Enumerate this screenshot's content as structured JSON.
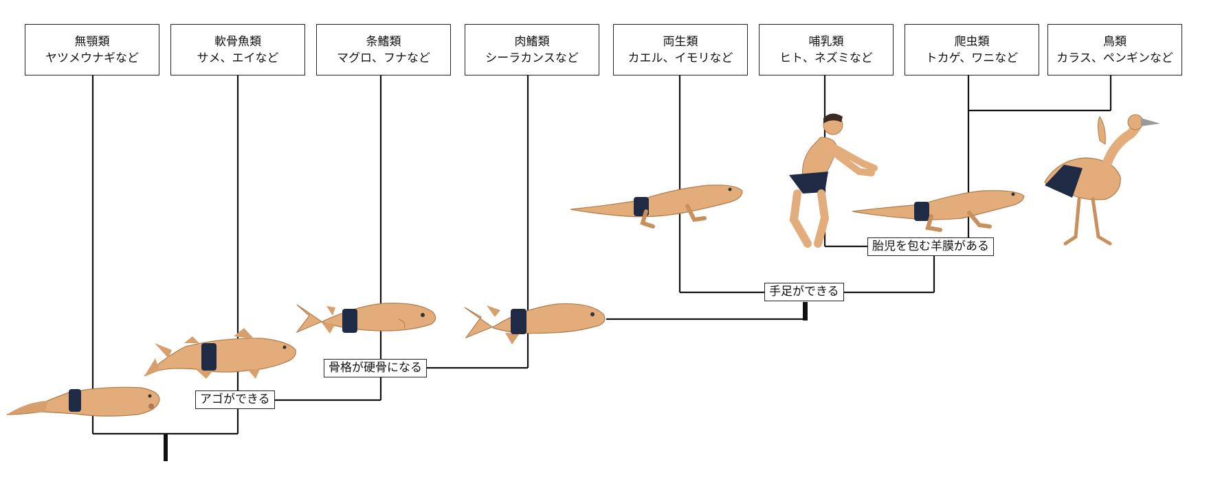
{
  "groups": [
    {
      "name": "無顎類",
      "examples": "ヤツメウナギなど"
    },
    {
      "name": "軟骨魚類",
      "examples": "サメ、エイなど"
    },
    {
      "name": "条鰭類",
      "examples": "マグロ、フナなど"
    },
    {
      "name": "肉鰭類",
      "examples": "シーラカンスなど"
    },
    {
      "name": "両生類",
      "examples": "カエル、イモリなど"
    },
    {
      "name": "哺乳類",
      "examples": "ヒト、ネズミなど"
    },
    {
      "name": "爬虫類",
      "examples": "トカゲ、ワニなど"
    },
    {
      "name": "鳥類",
      "examples": "カラス、ペンギンなど"
    }
  ],
  "traits": {
    "jaw": "アゴができる",
    "bone": "骨格が硬骨になる",
    "limbs": "手足ができる",
    "amnion": "胎児を包む羊膜がある"
  },
  "colors": {
    "line": "#111111",
    "skin": "#e2ad7a",
    "skin_shade": "#c98f5c",
    "band": "#1f2a44"
  }
}
